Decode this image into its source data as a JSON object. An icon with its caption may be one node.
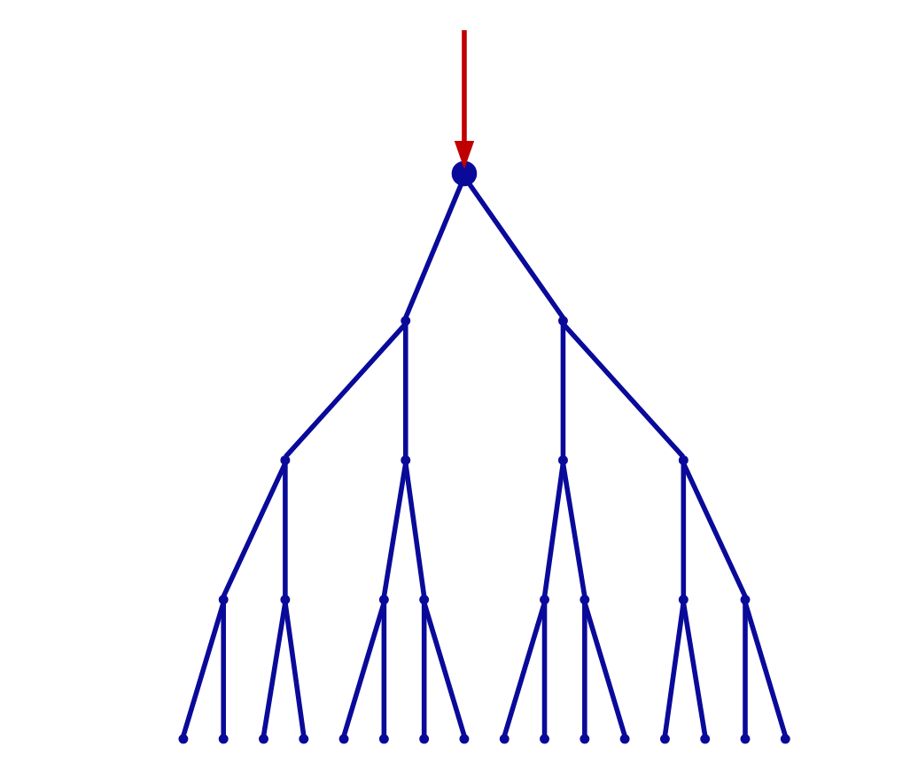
{
  "diagram": {
    "nodes": [
      {
        "text": [],
        "shape": "point"
      },
      {
        "text": [],
        "shape": "point"
      },
      {
        "text": [],
        "shape": "point"
      },
      {
        "text": [],
        "shape": "point"
      },
      {
        "text": [],
        "shape": "point"
      },
      {
        "text": [],
        "shape": "point"
      },
      {
        "text": [],
        "shape": "point"
      },
      {
        "text": [],
        "shape": "point"
      },
      {
        "text": [],
        "shape": "point"
      },
      {
        "text": [],
        "shape": "point"
      },
      {
        "text": [],
        "shape": "point"
      },
      {
        "text": [],
        "shape": "point"
      },
      {
        "text": [],
        "shape": "point"
      },
      {
        "text": [],
        "shape": "point"
      },
      {
        "text": [],
        "shape": "point"
      },
      {
        "text": [],
        "shape": "point"
      },
      {
        "text": [],
        "shape": "point"
      },
      {
        "text": [],
        "shape": "point"
      },
      {
        "text": [],
        "shape": "point"
      },
      {
        "text": [],
        "shape": "point"
      },
      {
        "text": [],
        "shape": "point"
      },
      {
        "text": [],
        "shape": "point"
      },
      {
        "text": [],
        "shape": "point"
      },
      {
        "text": [],
        "shape": "point"
      },
      {
        "text": [],
        "shape": "point"
      },
      {
        "text": [],
        "shape": "point"
      },
      {
        "text": [],
        "shape": "point"
      },
      {
        "text": [],
        "shape": "point"
      },
      {
        "text": [],
        "shape": "point"
      },
      {
        "text": [],
        "shape": "point"
      },
      {
        "text": [],
        "shape": "point"
      }
    ],
    "edges": [
      {
        "from": null,
        "to": 0,
        "arrow": "to",
        "color": "#c00000"
      },
      {
        "from": 0,
        "to": 1,
        "arrow": "none"
      },
      {
        "from": 0,
        "to": 2,
        "arrow": "none"
      },
      {
        "from": 1,
        "to": 3,
        "arrow": "none"
      },
      {
        "from": 1,
        "to": 4,
        "arrow": "none"
      },
      {
        "from": 2,
        "to": 5,
        "arrow": "none"
      },
      {
        "from": 2,
        "to": 6,
        "arrow": "none"
      },
      {
        "from": 3,
        "to": 7,
        "arrow": "none"
      },
      {
        "from": 3,
        "to": 8,
        "arrow": "none"
      },
      {
        "from": 4,
        "to": 9,
        "arrow": "none"
      },
      {
        "from": 4,
        "to": 10,
        "arrow": "none"
      },
      {
        "from": 5,
        "to": 11,
        "arrow": "none"
      },
      {
        "from": 5,
        "to": 12,
        "arrow": "none"
      },
      {
        "from": 6,
        "to": 13,
        "arrow": "none"
      },
      {
        "from": 6,
        "to": 14,
        "arrow": "none"
      },
      {
        "from": 7,
        "to": 15,
        "arrow": "none"
      },
      {
        "from": 7,
        "to": 16,
        "arrow": "none"
      },
      {
        "from": 8,
        "to": 17,
        "arrow": "none"
      },
      {
        "from": 8,
        "to": 18,
        "arrow": "none"
      },
      {
        "from": 9,
        "to": 19,
        "arrow": "none"
      },
      {
        "from": 9,
        "to": 20,
        "arrow": "none"
      },
      {
        "from": 10,
        "to": 21,
        "arrow": "none"
      },
      {
        "from": 10,
        "to": 22,
        "arrow": "none"
      },
      {
        "from": 11,
        "to": 23,
        "arrow": "none"
      },
      {
        "from": 11,
        "to": 24,
        "arrow": "none"
      },
      {
        "from": 12,
        "to": 25,
        "arrow": "none"
      },
      {
        "from": 12,
        "to": 26,
        "arrow": "none"
      },
      {
        "from": 13,
        "to": 27,
        "arrow": "none"
      },
      {
        "from": 13,
        "to": 28,
        "arrow": "none"
      },
      {
        "from": 14,
        "to": 29,
        "arrow": "none"
      },
      {
        "from": 14,
        "to": 30,
        "arrow": "none"
      }
    ]
  }
}
